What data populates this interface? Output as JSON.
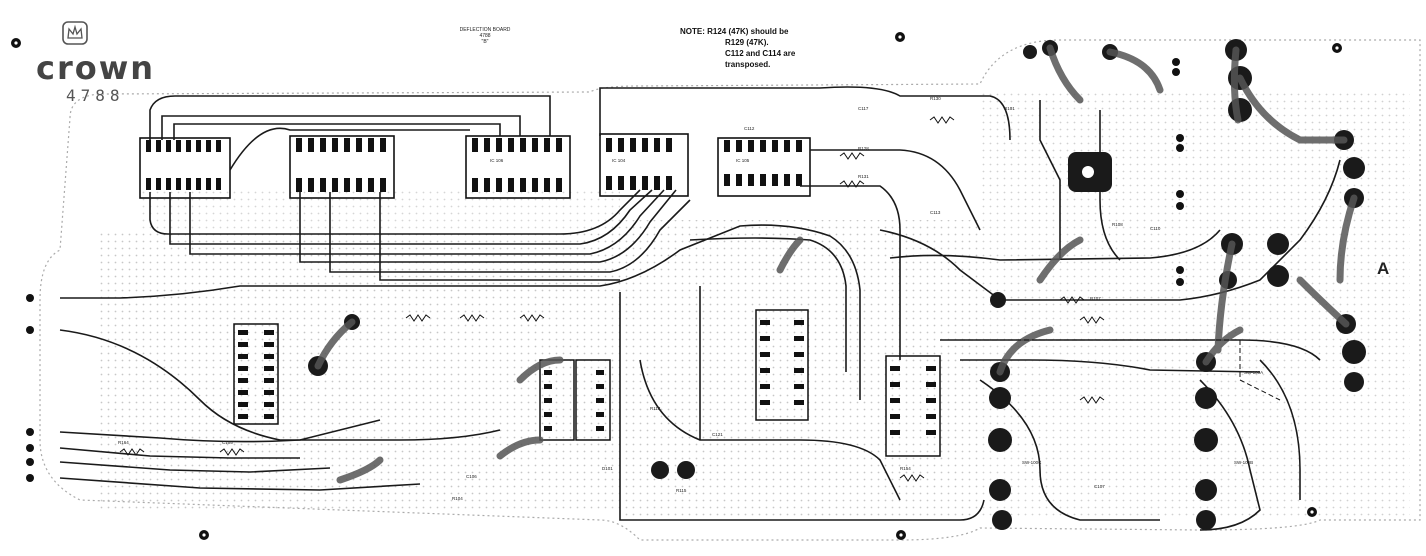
{
  "logo": {
    "wordmark": "crown",
    "board_number": "4788"
  },
  "board_title": {
    "line1": "DEFLECTION BOARD",
    "line2": "4788",
    "line3": "\"B\""
  },
  "note": {
    "line1": "NOTE: R124 (47K) should be",
    "line2": "R129 (47K).",
    "line3": "C112 and C114 are",
    "line4": "transposed."
  },
  "section_label": "A",
  "component_labels": [
    {
      "id": "ic1",
      "text": "IC 104"
    },
    {
      "id": "ic2",
      "text": "IC 105"
    },
    {
      "id": "ic3",
      "text": "IC 106"
    },
    {
      "id": "c112",
      "text": "C112"
    },
    {
      "id": "c117",
      "text": "C117"
    },
    {
      "id": "r128",
      "text": "R128"
    },
    {
      "id": "r131",
      "text": "R131"
    },
    {
      "id": "r130",
      "text": "R130"
    },
    {
      "id": "c113",
      "text": "C113"
    },
    {
      "id": "r101",
      "text": "R101"
    },
    {
      "id": "r108",
      "text": "R108"
    },
    {
      "id": "c110",
      "text": "C110"
    },
    {
      "id": "r107",
      "text": "R107"
    },
    {
      "id": "r113",
      "text": "R113"
    },
    {
      "id": "c121",
      "text": "C121"
    },
    {
      "id": "r115",
      "text": "R115"
    },
    {
      "id": "d101",
      "text": "D101"
    },
    {
      "id": "r164",
      "text": "R164"
    },
    {
      "id": "c105",
      "text": "C105"
    },
    {
      "id": "r104",
      "text": "R104"
    },
    {
      "id": "c106",
      "text": "C106"
    },
    {
      "id": "r154",
      "text": "R154"
    },
    {
      "id": "c107",
      "text": "C107"
    },
    {
      "id": "sw100a",
      "text": "SW-100A"
    },
    {
      "id": "sw100c",
      "text": "SW-100C"
    },
    {
      "id": "sw100b",
      "text": "SW-100B"
    }
  ],
  "icons": [
    "crown-logo-icon",
    "mounting-hole-icon"
  ]
}
